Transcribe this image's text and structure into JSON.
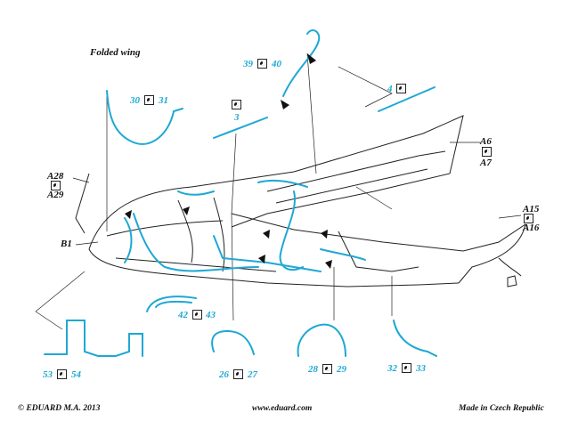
{
  "title": "Folded wing",
  "colors": {
    "part_line": "#1ea8d4",
    "outline": "#222222",
    "label_black": "#111111"
  },
  "icon": "yin-yang-side-icon",
  "parts": {
    "p39": "39",
    "p40": "40",
    "p30": "30",
    "p31": "31",
    "p3": "3",
    "p4": "4",
    "p42": "42",
    "p43": "43",
    "p53": "53",
    "p54": "54",
    "p26": "26",
    "p27": "27",
    "p28": "28",
    "p29": "29",
    "p32": "32",
    "p33": "33"
  },
  "refs": {
    "a6": "A6",
    "a7": "A7",
    "a28": "A28",
    "a29": "A29",
    "b1": "B1",
    "a15": "A15",
    "a16": "A16"
  },
  "footer": {
    "left": "© EDUARD  M.A. 2013",
    "center": "www.eduard.com",
    "right": "Made in Czech Republic"
  }
}
